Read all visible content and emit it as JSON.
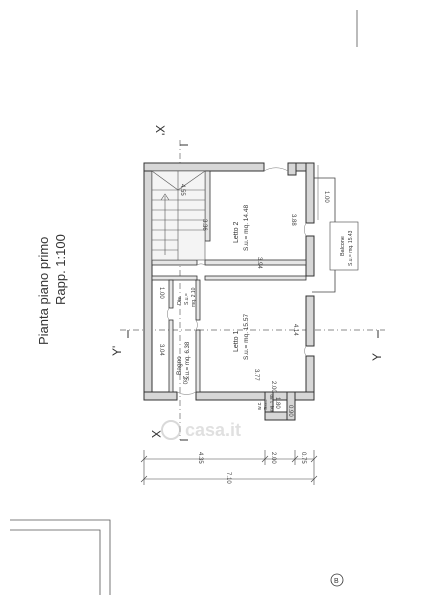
{
  "sheet": {
    "title": "Pianta piano primo",
    "scale": "Rapp. 1:100",
    "page_marker": "B",
    "watermark": "casa.it"
  },
  "sections": {
    "x_top": "X'",
    "x_bottom": "X",
    "y_left": "Y'",
    "y_right": "Y"
  },
  "rooms": {
    "letto2": {
      "name": "Letto 2",
      "area": "S.u.= mq. 14.48"
    },
    "letto1": {
      "name": "Letto 1",
      "area": "S.u.= mq. 15.57"
    },
    "bagno": {
      "name": "Bagno",
      "area": "S.u.= mq. 6.38"
    },
    "dis": {
      "name": "Dis.",
      "area": "S.u.=",
      "area2": "mq. 2.10"
    },
    "wc": {
      "name": "w.c.",
      "area": "S.u.=",
      "area2": "mq. 1.80"
    },
    "balcone": {
      "name": "Balcone",
      "area": "S.u.= mq. 15.43"
    }
  },
  "dimensions": {
    "stair_a": "4.55",
    "stair_b": "3.36",
    "bedroom2_depth": "3.88",
    "bedroom_width": "3.94",
    "balcony_width": "1.00",
    "corridor_width": "1.00",
    "bathroom_len": "3.04",
    "bedroom1_len": "4.14",
    "wc_a": "3.77",
    "wc_b": "2.00",
    "wc_c": "0.90",
    "wc_d": "1.80",
    "wc_e": "2.0",
    "overall_a": "4.35",
    "overall_b": "2.00",
    "overall_c": "0.75",
    "overall_total": "7.10"
  }
}
